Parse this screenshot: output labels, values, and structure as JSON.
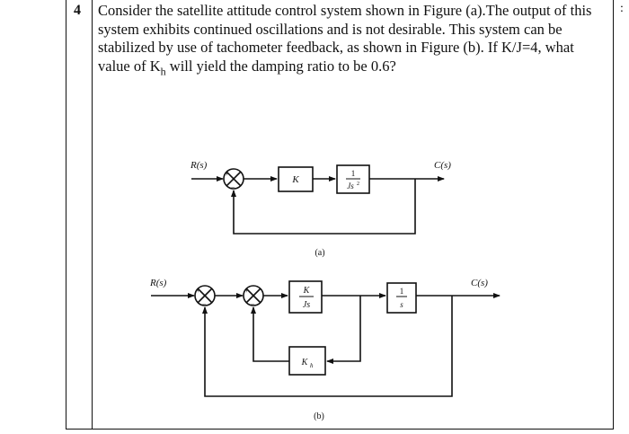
{
  "question": {
    "number": "4",
    "lines": [
      "Consider the satellite attitude control system shown in Figure (a).The output of this",
      "system exhibits continued oscillations and is not desirable. This system can be",
      "stabilized by use of tachometer feedback, as shown in Figure (b). If K/J=4, what"
    ],
    "last_line_prefix": "value of K",
    "last_line_subscript": "h",
    "last_line_suffix": " will yield the damping ratio to be 0.6?"
  },
  "right_edge_mark": ":",
  "figure_a": {
    "input_label": "R(s)",
    "output_label": "C(s)",
    "gain_block": "K",
    "plant_num": "1",
    "plant_den": "Js",
    "plant_den_exp": "2",
    "sum_plus": "+",
    "sum_minus": "−",
    "caption": "(a)"
  },
  "figure_b": {
    "input_label": "R(s)",
    "output_label": "C(s)",
    "gain_num": "K",
    "gain_den": "Js",
    "integrator_num": "1",
    "integrator_den": "s",
    "feedback_block": "K",
    "feedback_block_sub": "h",
    "sum_plus": "+",
    "sum_minus": "−",
    "caption": "(b)"
  }
}
